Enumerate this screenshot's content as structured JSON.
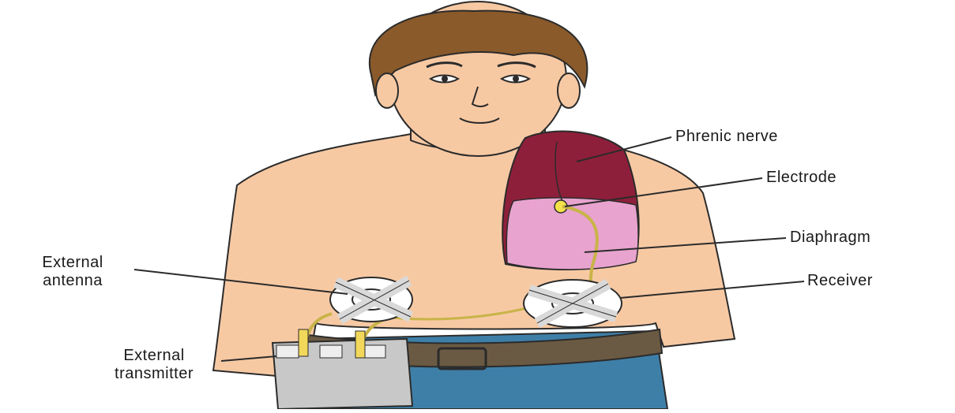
{
  "labels": {
    "phrenic_nerve": "Phrenic nerve",
    "electrode": "Electrode",
    "diaphragm": "Diaphragm",
    "receiver": "Receiver",
    "external_antenna_line1": "External",
    "external_antenna_line2": "antenna",
    "external_transmitter_line1": "External",
    "external_transmitter_line2": "transmitter"
  },
  "colors": {
    "skin": "#f7c9a3",
    "skin_shadow": "#e8ae86",
    "hair": "#8a5a2b",
    "lung": "#8e1f3a",
    "diaphragm": "#e8a3cf",
    "wire": "#c9b448",
    "pants": "#3e7fa8",
    "belt": "#6b5a43",
    "device": "#c8c8c8"
  }
}
